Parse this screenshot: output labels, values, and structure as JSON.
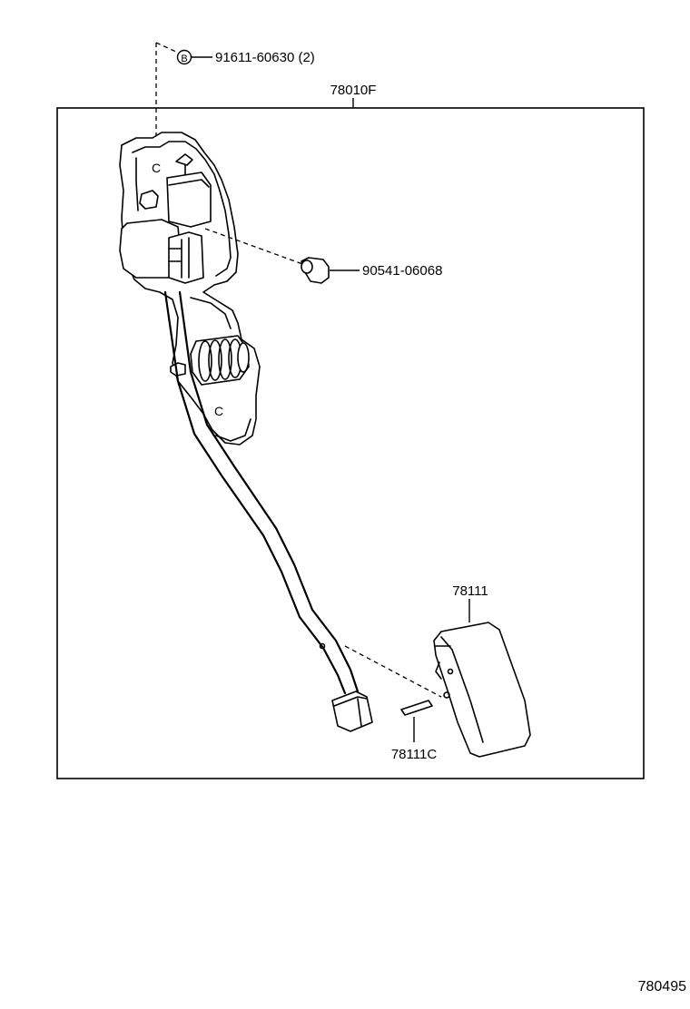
{
  "labels": {
    "assembly": "78010F",
    "bolt_symbol": "B",
    "bolt": "91611-60630 (2)",
    "clip": "90541-06068",
    "pad": "78111",
    "pin": "78111C",
    "drawing_number": "780495"
  }
}
